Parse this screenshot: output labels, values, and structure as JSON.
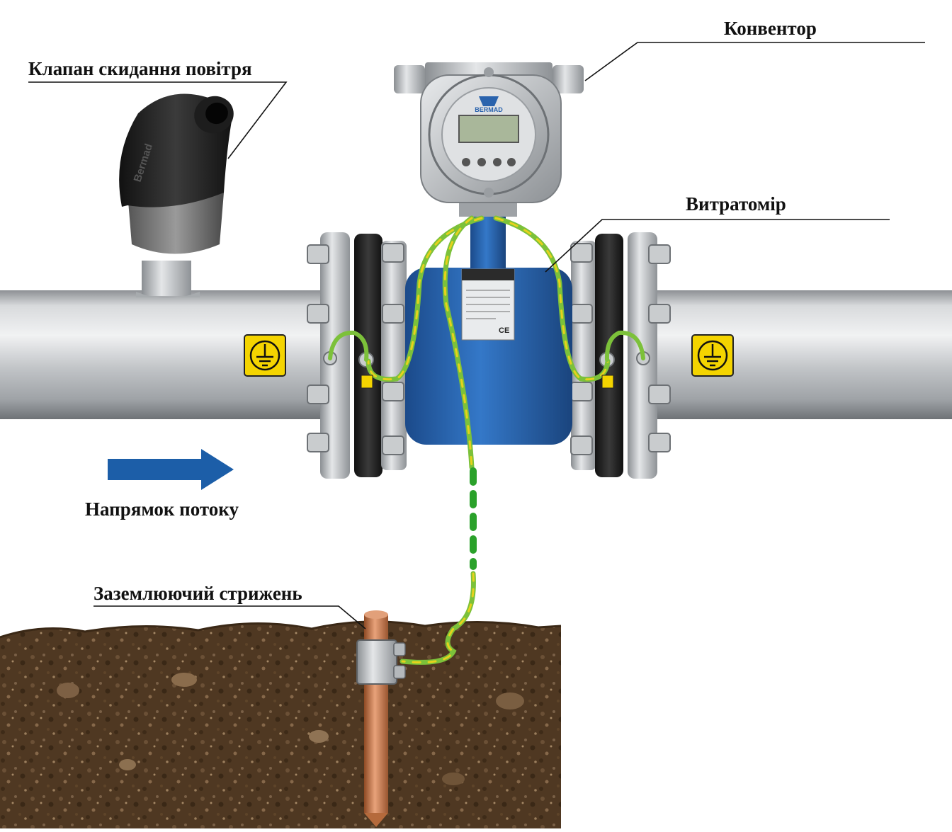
{
  "diagram": {
    "labels": {
      "air_valve": "Клапан скидання повітря",
      "converter": "Конвентор",
      "flowmeter": "Витратомір",
      "flow_direction": "Напрямок потоку",
      "ground_rod": "Заземлюючий стрижень"
    },
    "converter_brand": "BERMAD",
    "valve_brand": "Bermad",
    "nameplate_mark": "CE",
    "colors": {
      "pipe": "#b9bcbf",
      "flowmeter_body": "#2a63ad",
      "flange_rubber": "#1f1f1f",
      "ground_wire": "#7cc13a",
      "ground_wire_stripe": "#e6d21c",
      "arrow": "#1c5ea8",
      "copper_rod": "#c77a4a",
      "soil": "#5a4028",
      "warning_sign": "#f4d400"
    },
    "icons": [
      "ground-symbol-icon",
      "flow-arrow-icon"
    ]
  }
}
